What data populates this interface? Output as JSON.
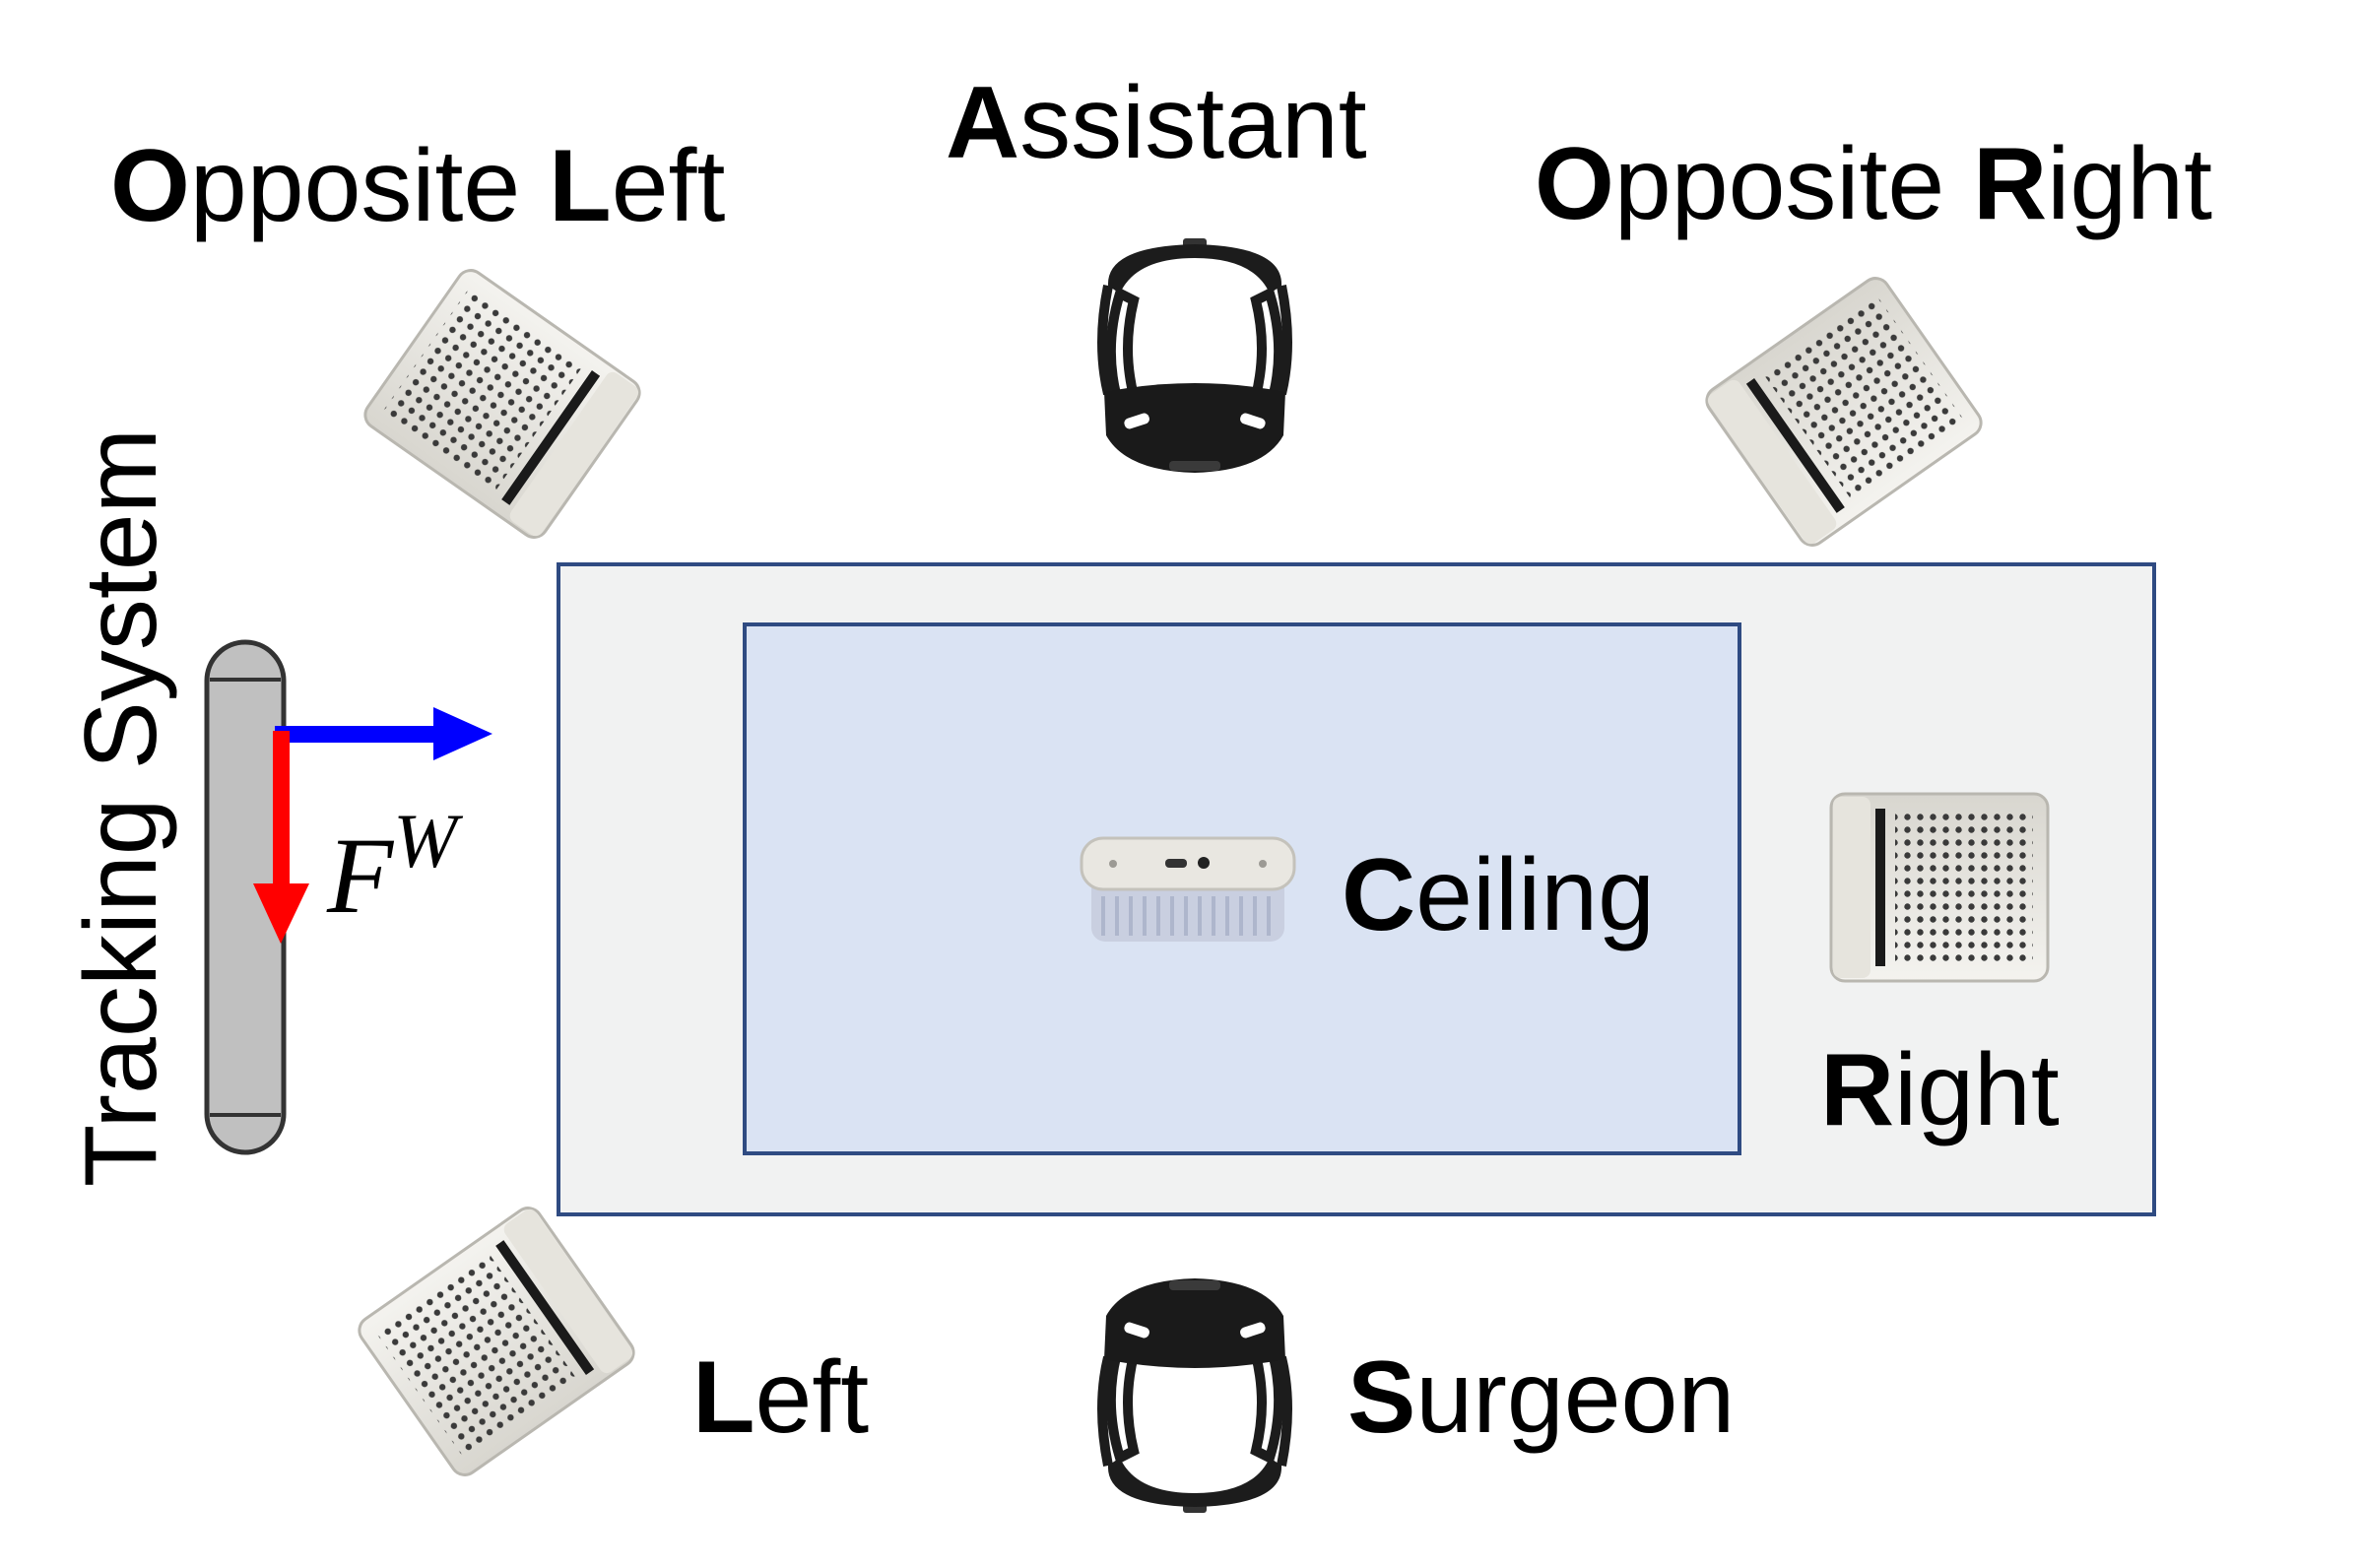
{
  "labels": {
    "opposite_left": {
      "initial1": "O",
      "rest1": "pposite ",
      "initial2": "L",
      "rest2": "eft"
    },
    "assistant": {
      "initial": "A",
      "rest": "ssistant"
    },
    "opposite_right": {
      "initial1": "O",
      "rest1": "pposite ",
      "initial2": "R",
      "rest2": "ight"
    },
    "ceiling": {
      "initial": "C",
      "rest": "eiling"
    },
    "right": {
      "initial": "R",
      "rest": "ight"
    },
    "left": {
      "initial": "L",
      "rest": "eft"
    },
    "surgeon": {
      "initial": "S",
      "rest": "urgeon"
    },
    "tracking_system": "Tracking System",
    "frame": {
      "base": "F",
      "superscript": "W"
    }
  },
  "colors": {
    "outer_area_fill": "#f1f2f2",
    "outer_area_stroke": "#2f4b82",
    "inner_area_fill": "#dae3f3",
    "inner_area_stroke": "#2f4b82",
    "axis_x": "#0000ff",
    "axis_y": "#ff0000",
    "tracking_bar": "#c0c0c0"
  },
  "icons": {
    "camera": "grille-camera-icon",
    "headset": "ar-headset-icon",
    "ceiling_camera": "ceiling-camera-icon"
  }
}
